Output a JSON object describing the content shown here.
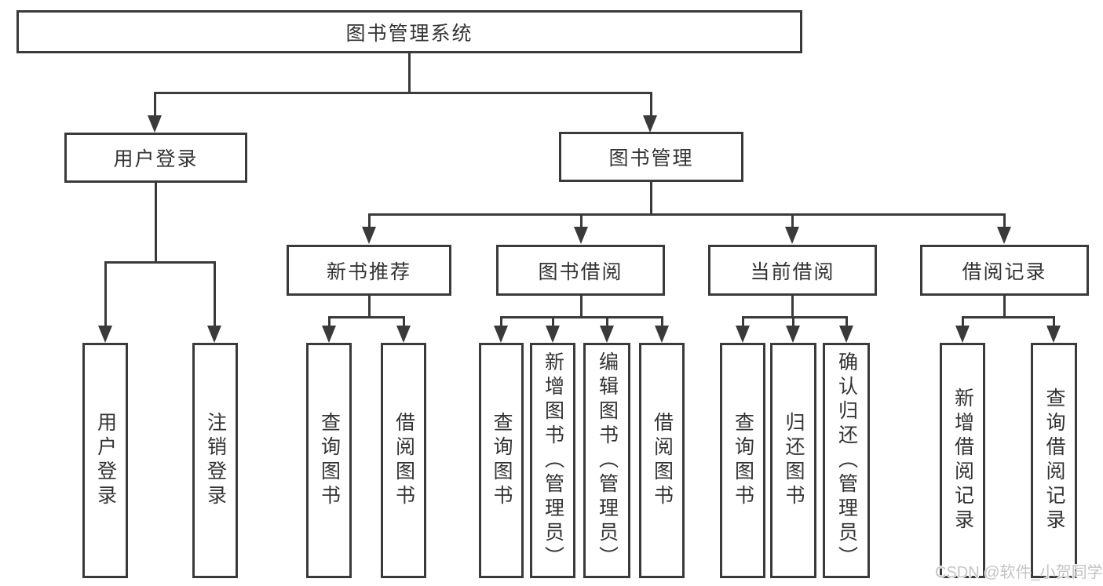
{
  "diagram": {
    "root": {
      "label": "图书管理系统"
    },
    "level2": [
      {
        "id": "user-login",
        "label": "用户登录",
        "parent": "图书管理系统"
      },
      {
        "id": "book-management",
        "label": "图书管理",
        "parent": "图书管理系统"
      }
    ],
    "level3": [
      {
        "id": "new-book-recommend",
        "label": "新书推荐",
        "parent": "图书管理"
      },
      {
        "id": "book-borrowing",
        "label": "图书借阅",
        "parent": "图书管理"
      },
      {
        "id": "current-borrowing",
        "label": "当前借阅",
        "parent": "图书管理"
      },
      {
        "id": "borrowing-records",
        "label": "借阅记录",
        "parent": "图书管理"
      }
    ],
    "leaves": [
      {
        "id": "leaf-user-login",
        "label": "用户登录",
        "parent": "用户登录"
      },
      {
        "id": "leaf-logout",
        "label": "注销登录",
        "parent": "用户登录"
      },
      {
        "id": "leaf-query-books-recommend",
        "label": "查询图书",
        "parent": "新书推荐"
      },
      {
        "id": "leaf-borrow-books-recommend",
        "label": "借阅图书",
        "parent": "新书推荐"
      },
      {
        "id": "leaf-query-books-borrowing",
        "label": "查询图书",
        "parent": "图书借阅"
      },
      {
        "id": "leaf-add-books-admin",
        "label": "新增图书（管理员）",
        "parent": "图书借阅"
      },
      {
        "id": "leaf-edit-books-admin",
        "label": "编辑图书（管理员）",
        "parent": "图书借阅"
      },
      {
        "id": "leaf-borrow-books-borrowing",
        "label": "借阅图书",
        "parent": "图书借阅"
      },
      {
        "id": "leaf-query-books-current",
        "label": "查询图书",
        "parent": "当前借阅"
      },
      {
        "id": "leaf-return-books",
        "label": "归还图书",
        "parent": "当前借阅"
      },
      {
        "id": "leaf-confirm-return-admin",
        "label": "确认归还（管理员）",
        "parent": "当前借阅"
      },
      {
        "id": "leaf-add-borrow-record",
        "label": "新增借阅记录",
        "parent": "借阅记录"
      },
      {
        "id": "leaf-query-borrow-record",
        "label": "查询借阅记录",
        "parent": "借阅记录"
      }
    ],
    "watermark": "CSDN @软件_小贺同学",
    "colors": {
      "line": "#3a3a3a",
      "text": "#333333",
      "watermark": "#c4c4c4",
      "background": "#ffffff"
    }
  }
}
